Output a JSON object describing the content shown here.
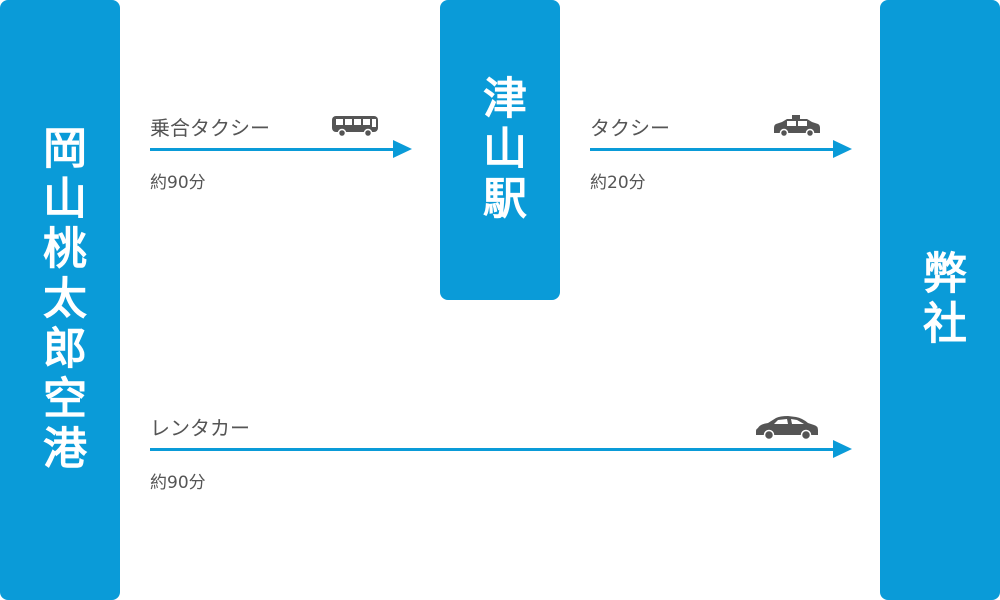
{
  "nodes": {
    "airport": "岡山桃太郎空港",
    "station": "津山駅",
    "company": "弊社"
  },
  "routes": {
    "shared_taxi": {
      "mode": "乗合タクシー",
      "time": "約90分",
      "icon": "bus-icon"
    },
    "taxi": {
      "mode": "タクシー",
      "time": "約20分",
      "icon": "taxi-icon"
    },
    "rental_car": {
      "mode": "レンタカー",
      "time": "約90分",
      "icon": "car-icon"
    }
  },
  "colors": {
    "accent": "#0a9bd8",
    "text": "#555555",
    "icon": "#555555"
  }
}
